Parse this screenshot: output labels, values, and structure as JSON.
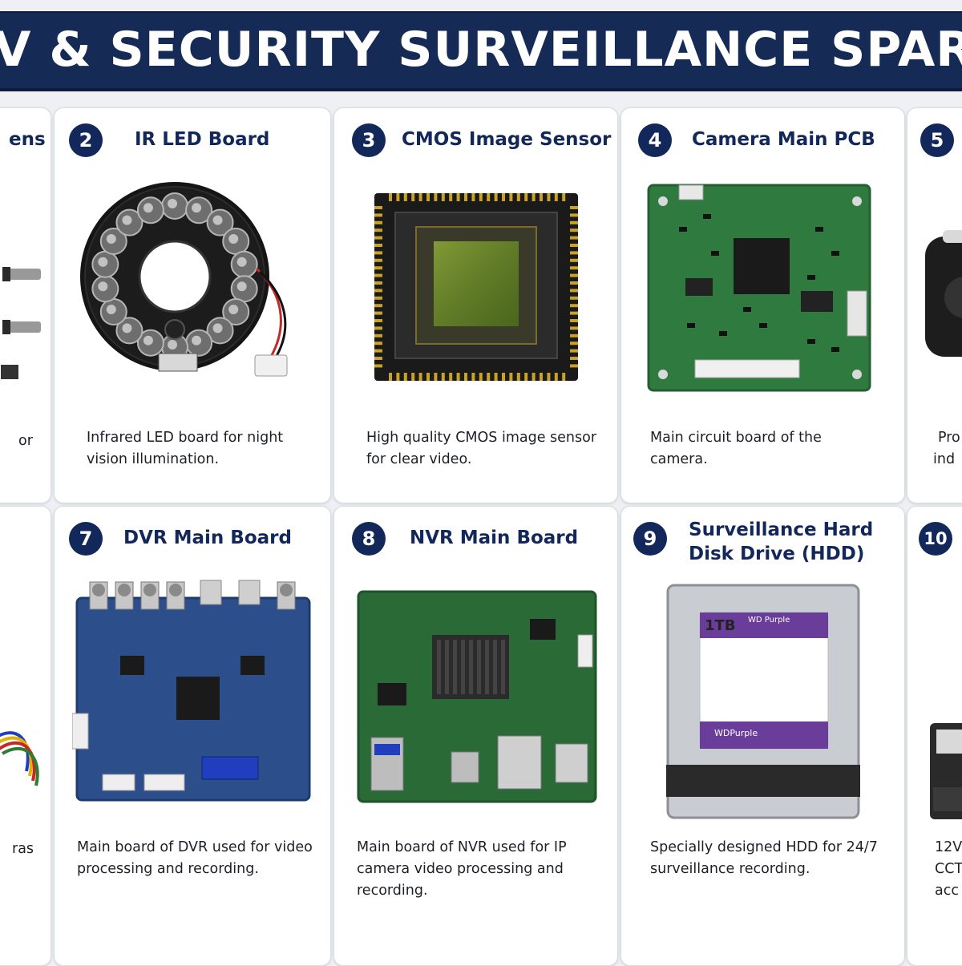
{
  "banner": {
    "title": "V & SECURITY SURVEILLANCE SPARE"
  },
  "cards": [
    {
      "number": "",
      "title": "ens",
      "description": "or"
    },
    {
      "number": "2",
      "title": "IR LED Board",
      "description": "Infrared LED board for night vision illumination."
    },
    {
      "number": "3",
      "title": "CMOS Image Sensor",
      "description": "High quality CMOS image sensor for clear video."
    },
    {
      "number": "4",
      "title": "Camera Main PCB",
      "description": "Main circuit board of the camera."
    },
    {
      "number": "5",
      "title": "",
      "description_line1": "Pro",
      "description_line2": "ind"
    },
    {
      "number": "",
      "title": "",
      "description": "ras"
    },
    {
      "number": "7",
      "title": "DVR Main Board",
      "description": "Main board of DVR used for video processing and recording."
    },
    {
      "number": "8",
      "title": "NVR Main Board",
      "description": "Main board of NVR used for IP camera video processing and recording."
    },
    {
      "number": "9",
      "title_line1": "Surveillance Hard",
      "title_line2": "Disk Drive (HDD)",
      "description": "Specially designed HDD for 24/7 surveillance recording."
    },
    {
      "number": "10",
      "title": "",
      "description_line1": "12V",
      "description_line2": "CCT",
      "description_line3": "acc"
    }
  ],
  "hdd": {
    "capacity": "1TB",
    "brand": "WD Purple",
    "series": "WDPurple"
  },
  "colors": {
    "navy": "#13285a",
    "banner": "#152a55",
    "pcb_green": "#2f7a3e",
    "dvr_blue": "#2c4f8c",
    "hdd_purple": "#6a3d9a"
  }
}
